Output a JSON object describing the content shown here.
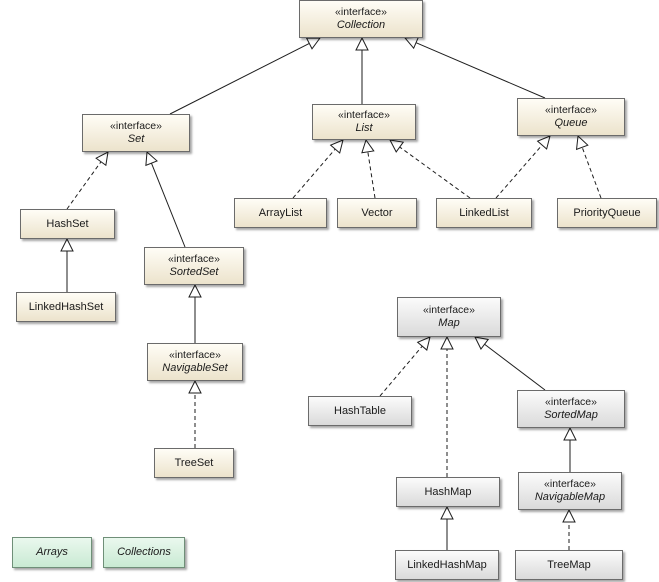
{
  "interface_stereotype": "«interface»",
  "nodes": {
    "collection": "Collection",
    "set": "Set",
    "list": "List",
    "queue": "Queue",
    "hashset": "HashSet",
    "arraylist": "ArrayList",
    "vector": "Vector",
    "linkedlist": "LinkedList",
    "priorityqueue": "PriorityQueue",
    "sortedset": "SortedSet",
    "linkedhashset": "LinkedHashSet",
    "navigableset": "NavigableSet",
    "treeset": "TreeSet",
    "map": "Map",
    "hashtable": "HashTable",
    "sortedmap": "SortedMap",
    "hashmap": "HashMap",
    "navigablemap": "NavigableMap",
    "linkedhashmap": "LinkedHashMap",
    "treemap": "TreeMap",
    "arrays": "Arrays",
    "collections": "Collections"
  },
  "colors": {
    "interface_fill": "#f3ecda",
    "map_fill": "#e3e3e3",
    "utility_fill": "#d6f0dd",
    "line": "#1e1e1e"
  }
}
